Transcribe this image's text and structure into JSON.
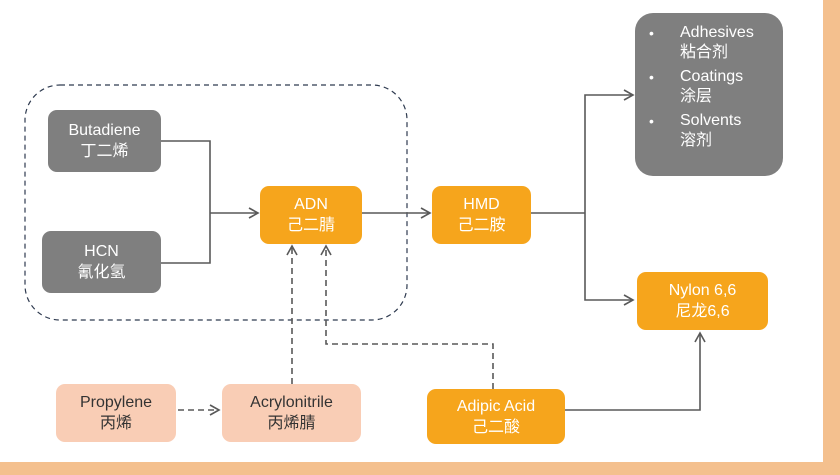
{
  "nodes": {
    "butadiene": {
      "en": "Butadiene",
      "cn": "丁二烯"
    },
    "hcn": {
      "en": "HCN",
      "cn": "氰化氢"
    },
    "adn": {
      "en": "ADN",
      "cn": "己二腈"
    },
    "hmd": {
      "en": "HMD",
      "cn": "己二胺"
    },
    "nylon": {
      "en": "Nylon 6,6",
      "cn": "尼龙6,6"
    },
    "propylene": {
      "en": "Propylene",
      "cn": "丙烯"
    },
    "acrylonitrile": {
      "en": "Acrylonitrile",
      "cn": "丙烯腈"
    },
    "adipic_acid": {
      "en": "Adipic Acid",
      "cn": "己二酸"
    }
  },
  "applications": {
    "bullet": "•",
    "items": [
      {
        "en": "Adhesives",
        "cn": "粘合剂"
      },
      {
        "en": "Coatings",
        "cn": "涂层"
      },
      {
        "en": "Solvents",
        "cn": "溶剂"
      }
    ]
  },
  "colors": {
    "gray_box": "#7f7f7f",
    "orange_box": "#f6a51c",
    "peach_box": "#f9cdb5",
    "arrow": "#595959",
    "frame": "#f4c08e"
  }
}
